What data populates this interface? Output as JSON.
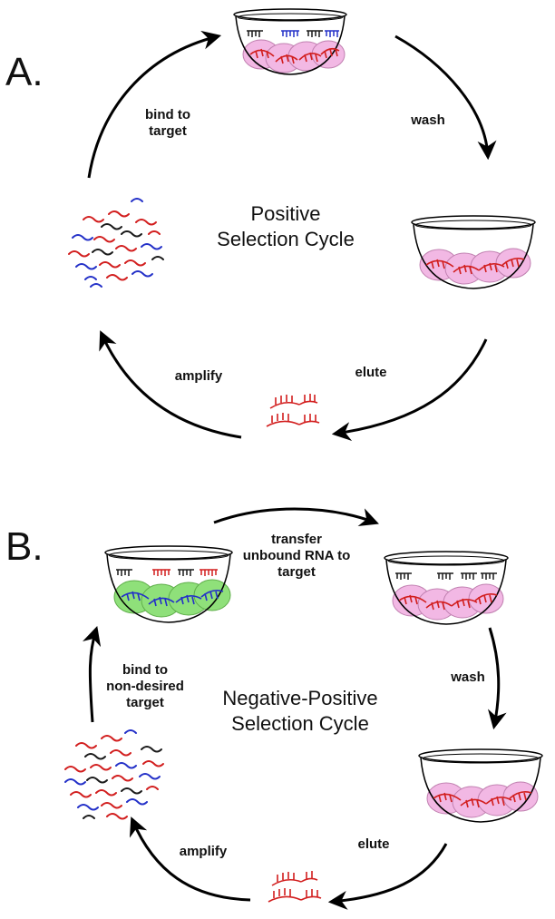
{
  "panel_a": {
    "letter": "A.",
    "title_line1": "Positive",
    "title_line2": "Selection Cycle",
    "steps": {
      "bind_line1": "bind to",
      "bind_line2": "target",
      "wash": "wash",
      "elute": "elute",
      "amplify": "amplify"
    }
  },
  "panel_b": {
    "letter": "B.",
    "title_line1": "Negative-Positive",
    "title_line2": "Selection Cycle",
    "steps": {
      "transfer_line1": "transfer",
      "transfer_line2": "unbound RNA to",
      "transfer_line3": "target",
      "wash": "wash",
      "elute": "elute",
      "amplify": "amplify",
      "bind_line1": "bind to",
      "bind_line2": "non-desired",
      "bind_line3": "target"
    }
  },
  "colors": {
    "rna_red": "#d21e1e",
    "rna_blue": "#2330c8",
    "rna_black": "#1a1a1a",
    "positive_target": "#f2b8e4",
    "negative_target": "#8fe07a",
    "arrow": "#000000"
  }
}
